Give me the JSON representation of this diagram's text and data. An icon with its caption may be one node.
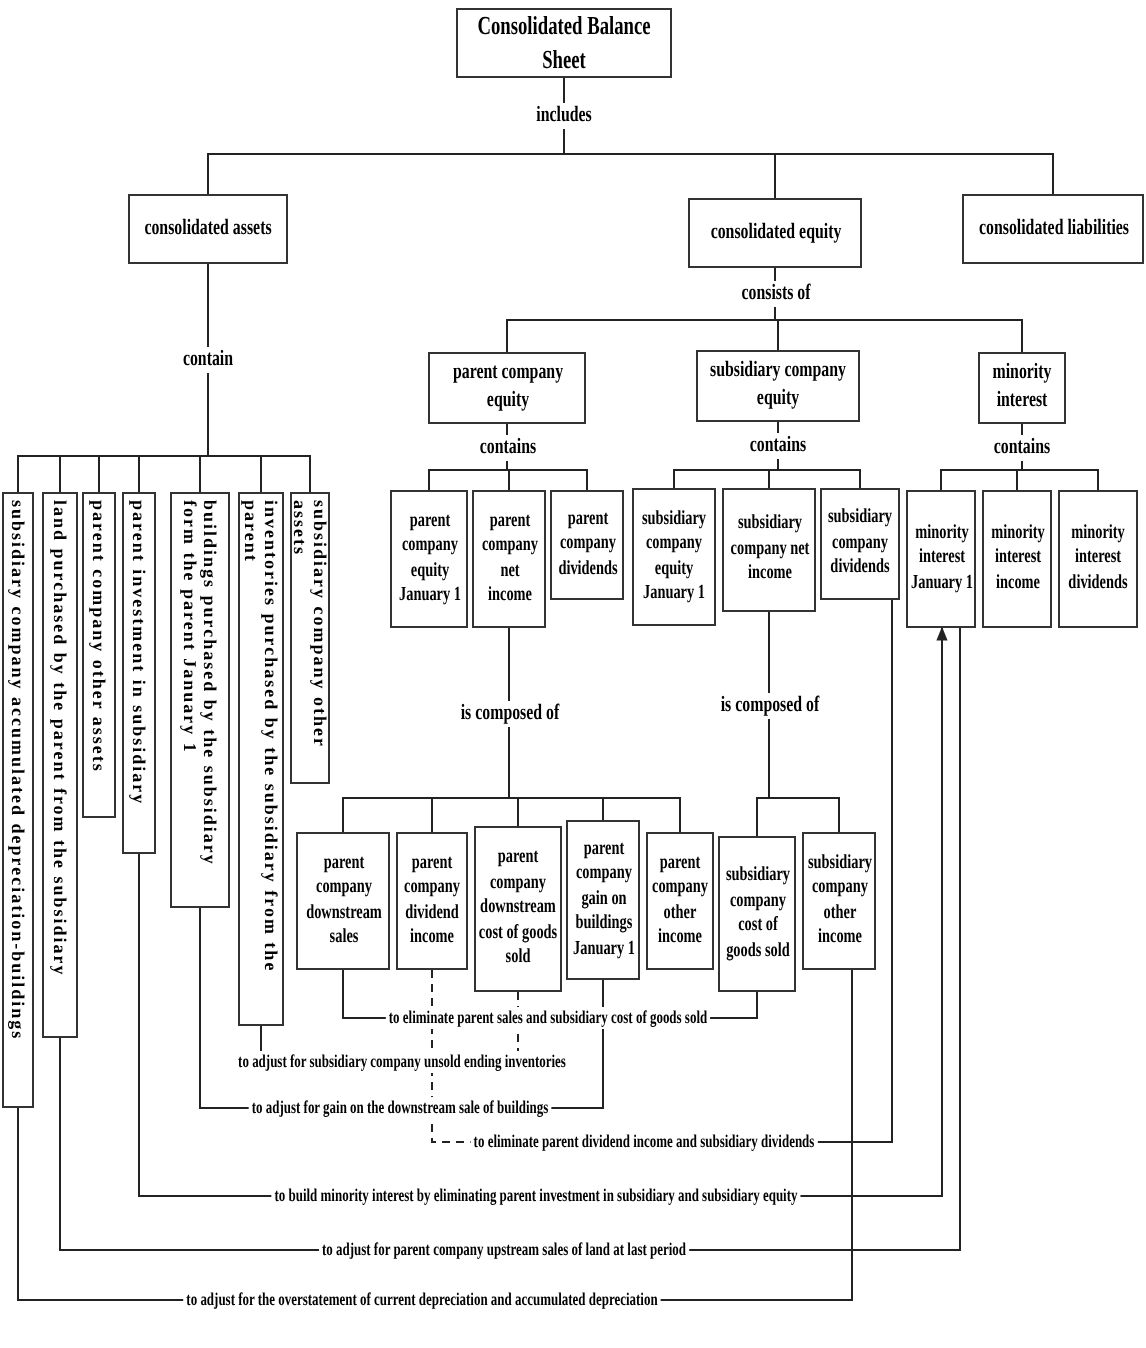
{
  "diagram": {
    "nodes": [
      {
        "text": [
          "Consolidated Balance Sheet"
        ]
      },
      {
        "text": [
          "consolidated assets"
        ]
      },
      {
        "text": [
          "consolidated equity"
        ]
      },
      {
        "text": [
          "consolidated liabilities"
        ]
      },
      {
        "text": [
          "parent company equity"
        ]
      },
      {
        "text": [
          "subsidiary company equity"
        ]
      },
      {
        "text": [
          "minority interest"
        ]
      },
      {
        "text": [
          "subsidiary company accumulated depreciation-buildings"
        ]
      },
      {
        "text": [
          "land purchased by the parent from the subsidiary"
        ]
      },
      {
        "text": [
          "parent company other assets"
        ]
      },
      {
        "text": [
          "parent investment in subsidiary"
        ]
      },
      {
        "text": [
          "buildings purchased by the subsidiary form the parent January 1"
        ]
      },
      {
        "text": [
          "inventories purchased by the subsidiary from the parent"
        ]
      },
      {
        "text": [
          "subsidiary company other assets"
        ]
      },
      {
        "text": [
          "parent company equity January 1"
        ]
      },
      {
        "text": [
          "parent company net income"
        ]
      },
      {
        "text": [
          "parent company dividends"
        ]
      },
      {
        "text": [
          "subsidiary company equity January 1"
        ]
      },
      {
        "text": [
          "subsidiary company net income"
        ]
      },
      {
        "text": [
          "subsidiary company dividends"
        ]
      },
      {
        "text": [
          "minority interest January 1"
        ]
      },
      {
        "text": [
          "minority interest income"
        ]
      },
      {
        "text": [
          "minority interest dividends"
        ]
      },
      {
        "text": [
          "parent company downstream sales"
        ]
      },
      {
        "text": [
          "parent company dividend income"
        ]
      },
      {
        "text": [
          "parent company downstream cost of goods sold"
        ]
      },
      {
        "text": [
          "parent company gain on buildings January 1"
        ]
      },
      {
        "text": [
          "parent company other income"
        ]
      },
      {
        "text": [
          "subsidiary company cost of goods sold"
        ]
      },
      {
        "text": [
          "subsidiary company other income"
        ]
      },
      {
        "text": [
          "to eliminate parent sales and subsidiary cost of goods sold"
        ]
      },
      {
        "text": [
          "to adjust for subsidiary company unsold ending inventories"
        ]
      },
      {
        "text": [
          "to adjust for gain on the downstream sale of buildings"
        ]
      },
      {
        "text": [
          "to eliminate parent dividend income and subsidiary dividends"
        ]
      },
      {
        "text": [
          "to build minority interest by eliminating parent investment in subsidiary and subsidiary equity"
        ]
      },
      {
        "text": [
          "to adjust for parent company upstream sales of land at last period"
        ]
      },
      {
        "text": [
          "to adjust for the overstatement of current depreciation and accumulated depreciation"
        ]
      }
    ],
    "edges": [
      {
        "from": 0,
        "to": 1,
        "arrow": "none",
        "label": "includes"
      },
      {
        "from": 0,
        "to": 2,
        "arrow": "none"
      },
      {
        "from": 0,
        "to": 3,
        "arrow": "none"
      },
      {
        "from": 1,
        "to": 7,
        "arrow": "none",
        "label": "contain"
      },
      {
        "from": 1,
        "to": 8,
        "arrow": "none"
      },
      {
        "from": 1,
        "to": 9,
        "arrow": "none"
      },
      {
        "from": 1,
        "to": 10,
        "arrow": "none"
      },
      {
        "from": 1,
        "to": 11,
        "arrow": "none"
      },
      {
        "from": 1,
        "to": 12,
        "arrow": "none"
      },
      {
        "from": 1,
        "to": 13,
        "arrow": "none"
      },
      {
        "from": 2,
        "to": 4,
        "arrow": "none",
        "label": "consists of"
      },
      {
        "from": 2,
        "to": 5,
        "arrow": "none"
      },
      {
        "from": 2,
        "to": 6,
        "arrow": "none"
      },
      {
        "from": 4,
        "to": 14,
        "arrow": "none",
        "label": "contains"
      },
      {
        "from": 4,
        "to": 15,
        "arrow": "none"
      },
      {
        "from": 4,
        "to": 16,
        "arrow": "none"
      },
      {
        "from": 5,
        "to": 17,
        "arrow": "none",
        "label": "contains"
      },
      {
        "from": 5,
        "to": 18,
        "arrow": "none"
      },
      {
        "from": 5,
        "to": 19,
        "arrow": "none"
      },
      {
        "from": 6,
        "to": 20,
        "arrow": "none",
        "label": "contains"
      },
      {
        "from": 6,
        "to": 21,
        "arrow": "none"
      },
      {
        "from": 6,
        "to": 22,
        "arrow": "none"
      },
      {
        "from": 15,
        "to": 23,
        "arrow": "none",
        "label": "is composed of"
      },
      {
        "from": 15,
        "to": 24,
        "arrow": "none"
      },
      {
        "from": 15,
        "to": 25,
        "arrow": "none"
      },
      {
        "from": 15,
        "to": 26,
        "arrow": "none"
      },
      {
        "from": 15,
        "to": 27,
        "arrow": "none"
      },
      {
        "from": 18,
        "to": 28,
        "arrow": "none",
        "label": "is composed of"
      },
      {
        "from": 18,
        "to": 29,
        "arrow": "none"
      },
      {
        "from": 23,
        "to": 30,
        "arrow": "none"
      },
      {
        "from": 28,
        "to": 30,
        "arrow": "none"
      },
      {
        "from": 12,
        "to": 31,
        "arrow": "none"
      },
      {
        "from": 25,
        "to": 31,
        "arrow": "none",
        "style": "dashed"
      },
      {
        "from": 11,
        "to": 32,
        "arrow": "none"
      },
      {
        "from": 26,
        "to": 32,
        "arrow": "none"
      },
      {
        "from": 24,
        "to": 33,
        "arrow": "none",
        "style": "dashed"
      },
      {
        "from": 19,
        "to": 33,
        "arrow": "none"
      },
      {
        "from": 10,
        "to": 34,
        "arrow": "none"
      },
      {
        "from": 34,
        "to": 20,
        "arrow": "to"
      },
      {
        "from": 8,
        "to": 35,
        "arrow": "none"
      },
      {
        "from": 35,
        "to": 20,
        "arrow": "none"
      },
      {
        "from": 7,
        "to": 36,
        "arrow": "none"
      },
      {
        "from": 29,
        "to": 36,
        "arrow": "none"
      }
    ]
  }
}
